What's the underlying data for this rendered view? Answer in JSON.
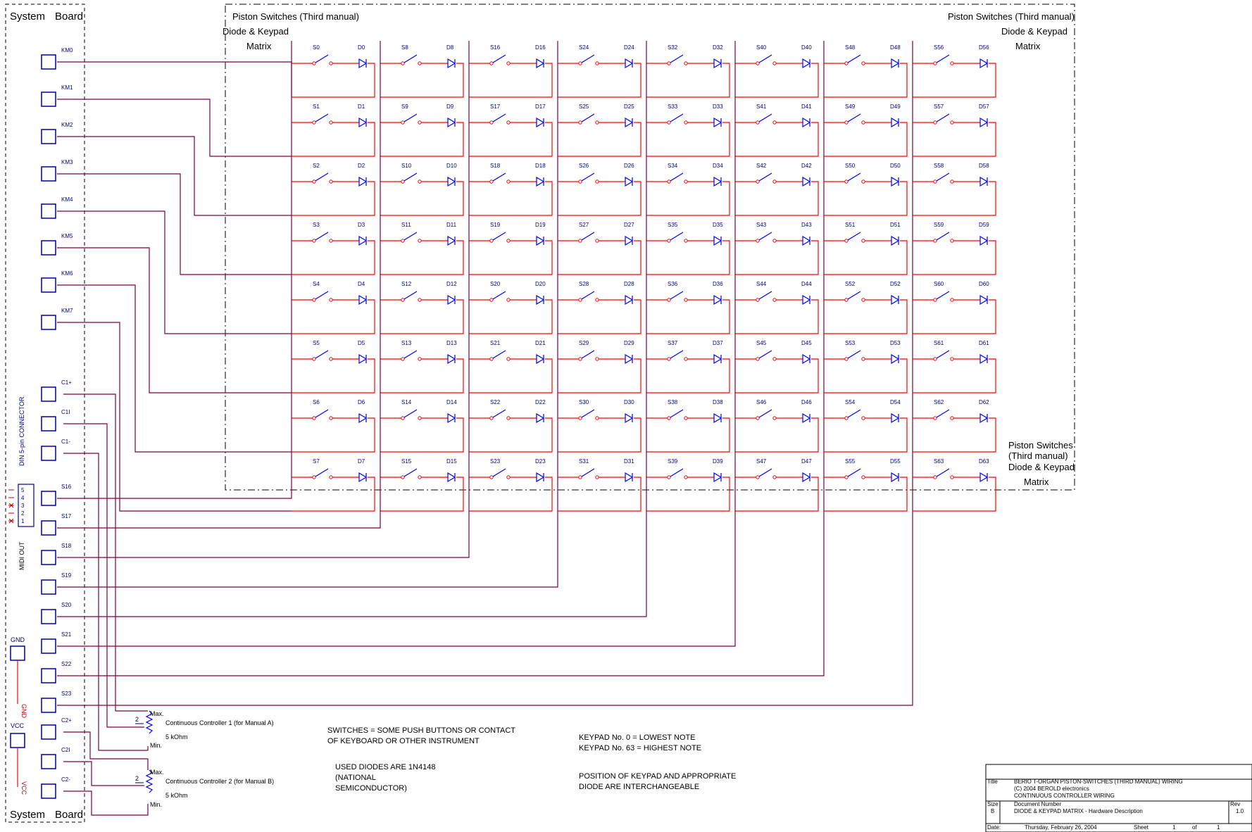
{
  "system_board": {
    "label_system": "System",
    "label_board": "Board"
  },
  "matrix_title_lines": [
    "Piston Switches (Third manual)",
    "Diode & Keypad",
    "Matrix"
  ],
  "matrix_title_right": [
    "Piston Switches (Third manual)",
    "Diode & Keypad",
    "Matrix"
  ],
  "matrix_title_bottom": [
    "Piston Switches",
    "(Third manual)",
    "Diode & Keypad",
    "Matrix"
  ],
  "rows": [
    "KM0",
    "KM1",
    "KM2",
    "KM3",
    "KM4",
    "KM5",
    "KM6",
    "KM7"
  ],
  "columns": [
    "S16",
    "S17",
    "S18",
    "S19",
    "S20",
    "S21",
    "S22",
    "S23"
  ],
  "controller_pins": [
    "C1+",
    "C1I",
    "C1-",
    "C2+",
    "C2I",
    "C2-"
  ],
  "power_pins": {
    "gnd": "GND",
    "vcc": "VCC"
  },
  "midi": {
    "connector": "DIN 5-pin CONNECTOR",
    "label": "MIDI OUT",
    "pins": [
      "5",
      "4",
      "3",
      "2",
      "1"
    ]
  },
  "controllers": [
    {
      "pin": "2",
      "max": "Max.",
      "min": "Min.",
      "name": "Continuous Controller 1 (for Manual A)",
      "value": "5 kOhm"
    },
    {
      "pin": "2",
      "max": "Max.",
      "min": "Min.",
      "name": "Continuous Controller 2 (for Manual B)",
      "value": "5 kOhm"
    }
  ],
  "notes": {
    "switches": [
      "SWITCHES = SOME PUSH BUTTONS OR CONTACT",
      "OF KEYBOARD OR OTHER INSTRUMENT"
    ],
    "diodes": [
      "USED DIODES ARE 1N4148",
      "(NATIONAL",
      "SEMICONDUCTOR)"
    ],
    "keypad": [
      "KEYPAD No. 0   = LOWEST NOTE",
      "KEYPAD No. 63 = HIGHEST NOTE"
    ],
    "position": [
      "POSITION OF KEYPAD AND APPROPRIATE",
      "DIODE ARE INTERCHANGEABLE"
    ]
  },
  "title_block": {
    "title_label": "Title",
    "title_lines": [
      "BERIO T-ORGAN  PISTON-SWITCHES (THIRD MANUAL) WIRING",
      "(C) 2004 BEROLD electronics",
      "CONTINUOUS CONTROLLER WIRING"
    ],
    "size_label": "Size",
    "size": "B",
    "docnum_label": "Document Number",
    "docnum": "DIODE & KEYPAD MATRIX  -  Hardware Description",
    "rev_label": "Rev",
    "rev": "1.0",
    "date_label": "Date:",
    "date": "Thursday, February 26, 2004",
    "sheet_label": "Sheet",
    "sheet": "1",
    "of_label": "of",
    "of": "1"
  }
}
